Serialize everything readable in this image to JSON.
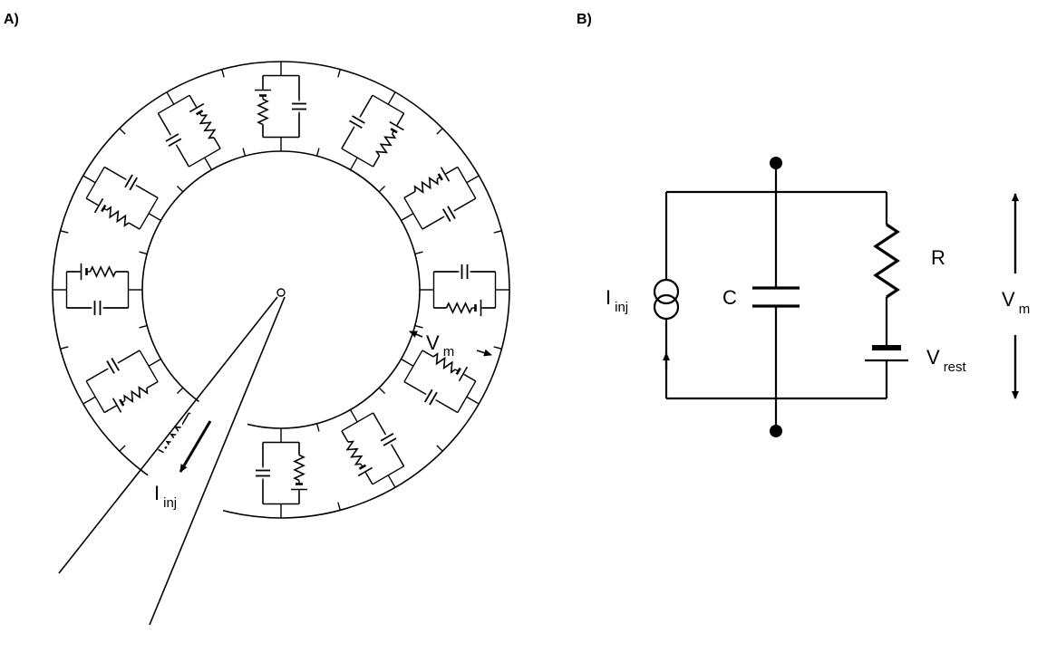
{
  "panels": {
    "a": {
      "label": "A)",
      "current_label": {
        "main": "I",
        "sub": "inj"
      },
      "voltage_label": {
        "main": "V",
        "sub": "m"
      }
    },
    "b": {
      "label": "B)",
      "current_label": {
        "main": "I",
        "sub": "inj"
      },
      "capacitor_label": "C",
      "resistor_label": "R",
      "battery_label": {
        "main": "V",
        "sub": "rest"
      },
      "voltage_label": {
        "main": "V",
        "sub": "m"
      }
    }
  },
  "colors": {
    "ink": "#000000",
    "background": "#ffffff"
  },
  "icons": [
    "current-source-icon",
    "capacitor-icon",
    "resistor-icon",
    "battery-icon",
    "electrode-icon"
  ]
}
